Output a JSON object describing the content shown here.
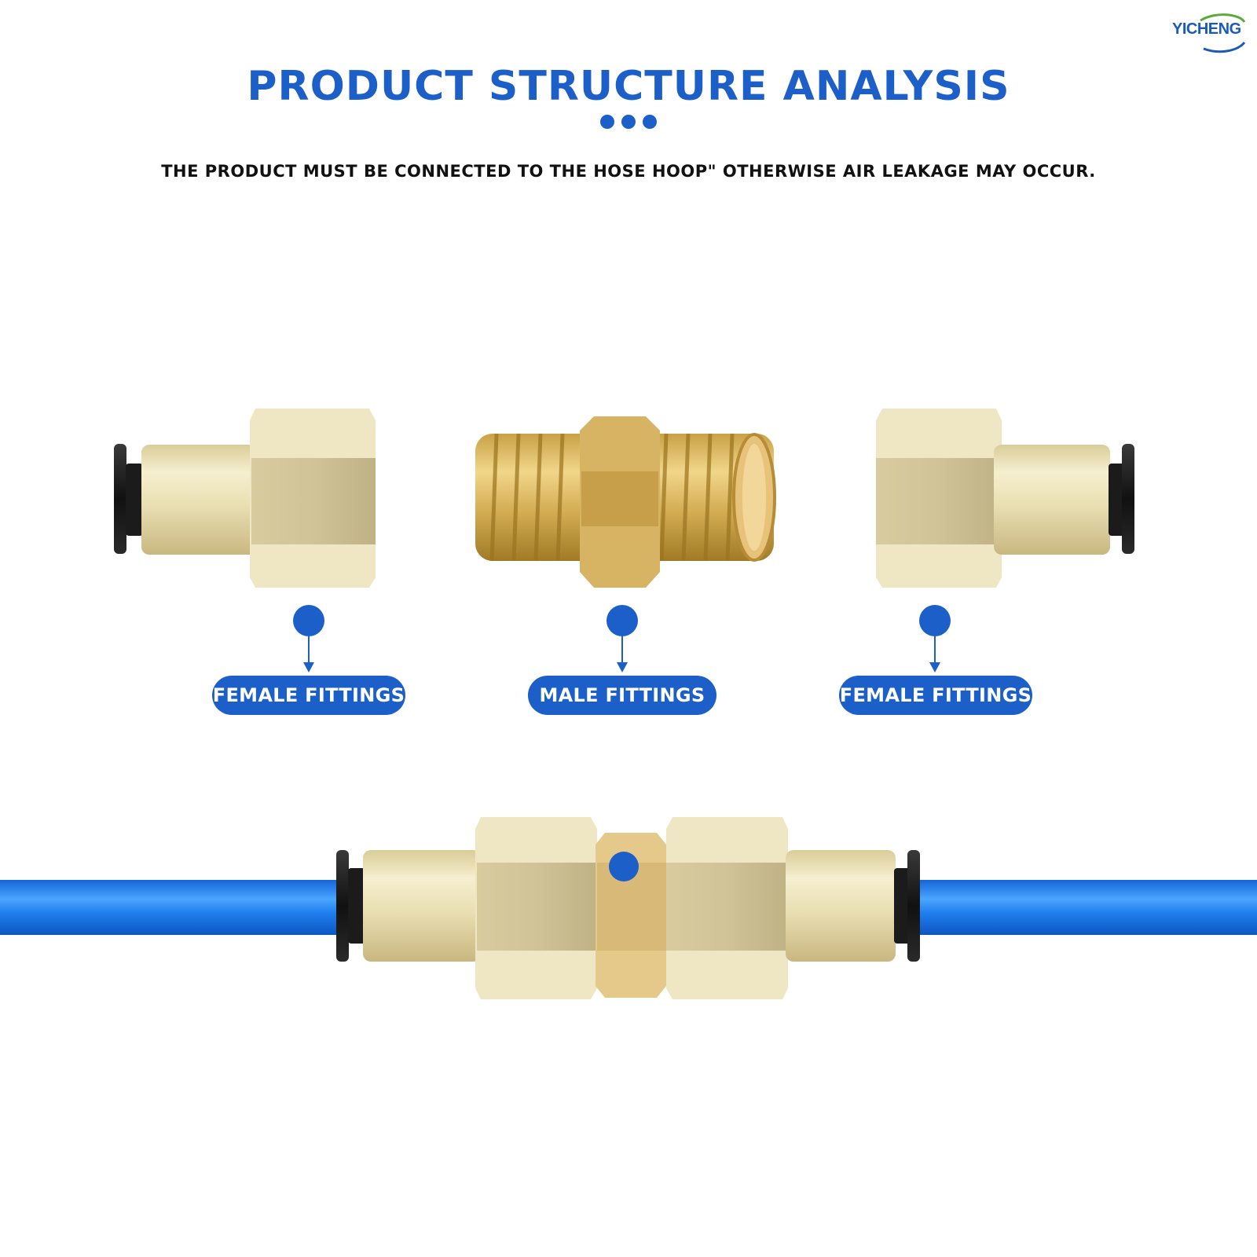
{
  "brand": {
    "logo_text": "YICHENG"
  },
  "header": {
    "title": "PRODUCT STRUCTURE ANALYSIS",
    "note": "THE PRODUCT MUST BE CONNECTED TO THE HOSE HOOP\" OTHERWISE AIR LEAKAGE MAY OCCUR."
  },
  "labels": {
    "left": "FEMALE FITTINGS",
    "middle": "MALE FITTINGS",
    "right": "FEMALE FITTINGS"
  },
  "colors": {
    "accent": "#1c5fc8",
    "brass_light": "#ece3b8",
    "brass_dark": "#b8922f",
    "hose": "#1e7ee8",
    "collet": "#111111"
  }
}
